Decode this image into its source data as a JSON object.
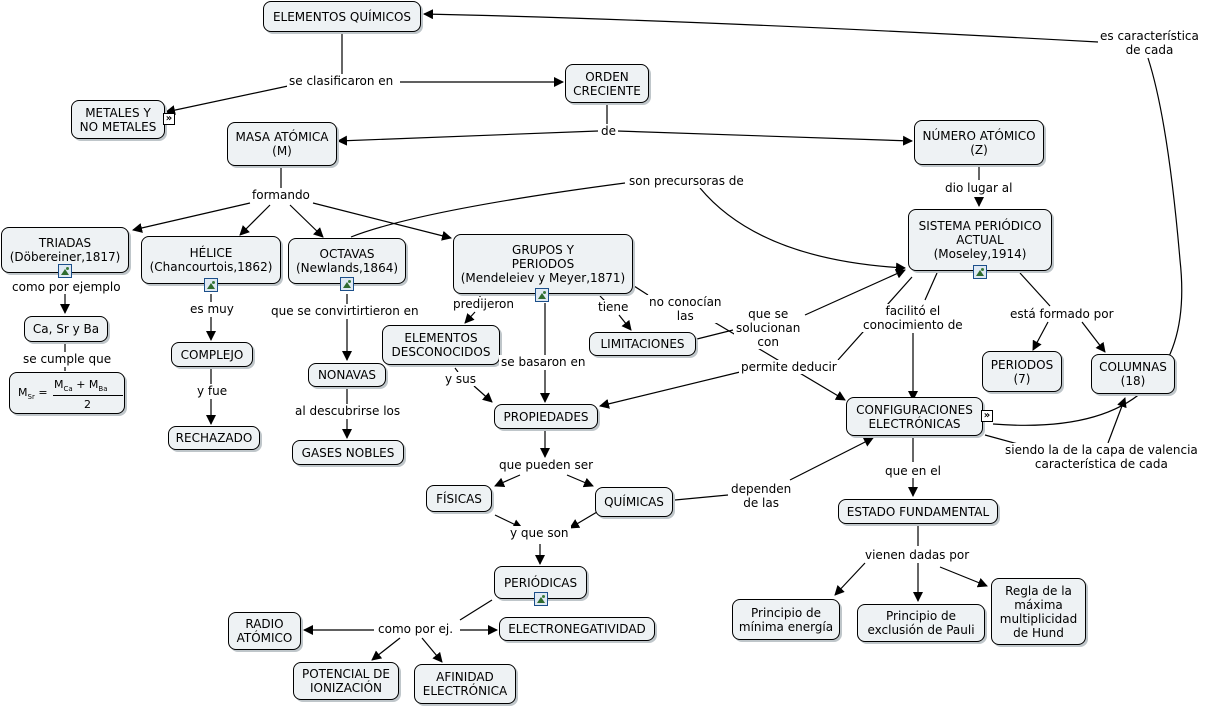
{
  "nodes": {
    "elementos": "ELEMENTOS QUÍMICOS",
    "metales": "METALES Y\nNO METALES",
    "orden": "ORDEN\nCRECIENTE",
    "masa": "MASA ATÓMICA\n(M)",
    "numero": "NÚMERO ATÓMICO\n(Z)",
    "triadas": "TRIADAS\n(Döbereiner,1817)",
    "helice": "HÉLICE\n(Chancourtois,1862)",
    "octavas": "OCTAVAS\n(Newlands,1864)",
    "grupos": "GRUPOS Y\nPERIODOS\n(Mendeleiev y Meyer,1871)",
    "sistema": "SISTEMA PERIÓDICO\nACTUAL\n(Moseley,1914)",
    "ca_sr_ba": "Ca, Sr y Ba",
    "complejo": "COMPLEJO",
    "rechazado": "RECHAZADO",
    "nonavas": "NONAVAS",
    "gases": "GASES NOBLES",
    "desconocidos": "ELEMENTOS\nDESCONOCIDOS",
    "limitaciones": "LIMITACIONES",
    "propiedades": "PROPIEDADES",
    "fisicas": "FÍSICAS",
    "quimicas": "QUÍMICAS",
    "periodicas": "PERIÓDICAS",
    "radio": "RADIO\nATÓMICO",
    "electroneg": "ELECTRONEGATIVIDAD",
    "potencial": "POTENCIAL DE\nIONIZACIÓN",
    "afinidad": "AFINIDAD\nELECTRÓNICA",
    "configuraciones": "CONFIGURACIONES\nELECTRÓNICAS",
    "fundamental": "ESTADO FUNDAMENTAL",
    "periodos": "PERIODOS\n(7)",
    "columnas": "COLUMNAS\n(18)",
    "minima": "Principio de\nmínima energía",
    "pauli": "Principio de\nexclusión de Pauli",
    "hund": "Regla de la\nmáxima\nmultiplicidad\nde Hund"
  },
  "formula": {
    "lhs": "M",
    "lhs_sub": "Sr",
    "eq": "=",
    "num_a": "M",
    "num_a_sub": "Ca",
    "plus": "+",
    "num_b": "M",
    "num_b_sub": "Ba",
    "den": "2"
  },
  "labels": {
    "se_clasificaron": "se clasificaron en",
    "de": "de",
    "formando": "formando",
    "son_precursoras": "son precursoras de",
    "dio_lugar": "dio lugar al",
    "como_por_ejemplo": "como por ejemplo",
    "se_cumple": "se cumple que",
    "es_muy": "es muy",
    "y_fue": "y fue",
    "que_se_convirtieron": "que se convirtirtieron en",
    "al_descubrirse": "al descubrirse los",
    "predijeron": "predijeron",
    "y_sus": "y sus",
    "se_basaron": "se basaron en",
    "tiene": "tiene",
    "no_conocian": "no conocían\nlas",
    "que_se_solucionan": "que se\nsolucionan\ncon",
    "facilito": "facilitó el\nconocimiento de",
    "esta_formado": "está formado por",
    "permite_deducir": "permite deducir",
    "que_pueden_ser": "que pueden ser",
    "y_que_son": "y que son",
    "dependen": "dependen\nde las",
    "como_por_ej": "como por ej.",
    "que_en_el": "que en el",
    "vienen_dadas": "vienen dadas por",
    "es_caracteristica": "es característica\nde cada",
    "siendo_la_de": "siendo la de la capa de valencia\ncaracterística de cada"
  },
  "icons": [
    "image-icon",
    "link-icon"
  ],
  "colors": {
    "node_fill": "#eef2f4",
    "line": "#000000",
    "shadow": "#bfc6ca"
  }
}
